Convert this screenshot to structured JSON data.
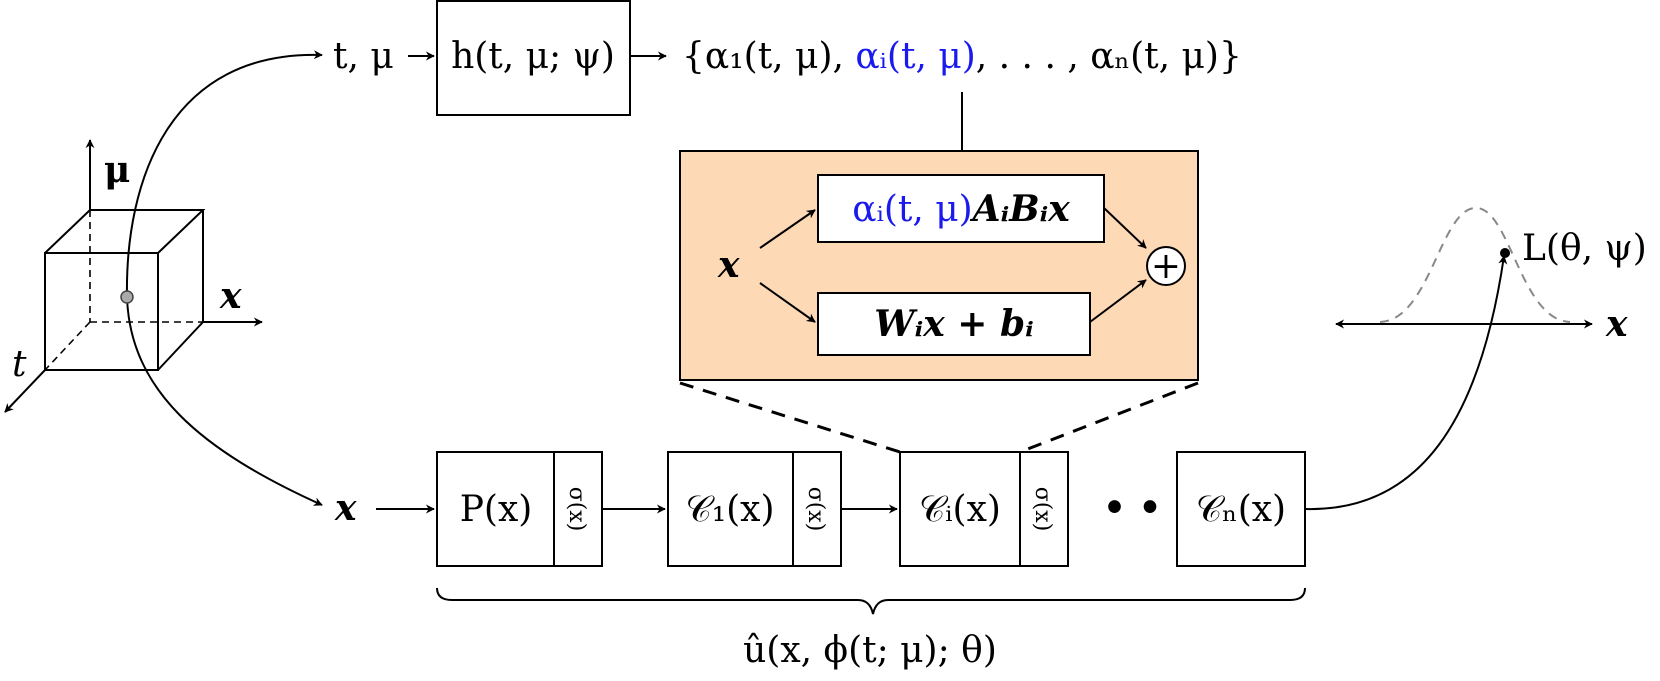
{
  "hypernet": {
    "input_label": "t, μ",
    "box_label": "h(t, μ; ψ)",
    "output_set": {
      "open": "{α₁(t, μ), ",
      "highlight": "αᵢ(t, μ)",
      "close": ", . . . , αₙ(t, μ)}"
    }
  },
  "cube": {
    "axis_mu": "μ",
    "axis_x": "x",
    "axis_t": "t"
  },
  "inset": {
    "input_label": "x",
    "top_box": {
      "highlight": "αᵢ(t, μ)",
      "rest": "AᵢBᵢx"
    },
    "bottom_box": "Wᵢx + bᵢ",
    "sum_symbol": "+",
    "background_color": "#fdd9b5"
  },
  "pipeline": {
    "input_label": "x",
    "blocks": [
      {
        "label": "P(x)",
        "activation": "σ(x)"
      },
      {
        "label": "𝒞₁(x)",
        "activation": "σ(x)"
      },
      {
        "label": "𝒞ᵢ(x)",
        "activation": "σ(x)"
      },
      {
        "label": "𝒞ₙ(x)"
      }
    ],
    "ellipsis": "• • •",
    "brace_label": "û(x, ϕ(t; μ); θ)"
  },
  "loss": {
    "label": "L(θ, ψ)",
    "axis_label": "x"
  },
  "colors": {
    "highlight": "#1a1aee",
    "inset_fill": "#fdd9b5",
    "gaussian": "#888888"
  }
}
